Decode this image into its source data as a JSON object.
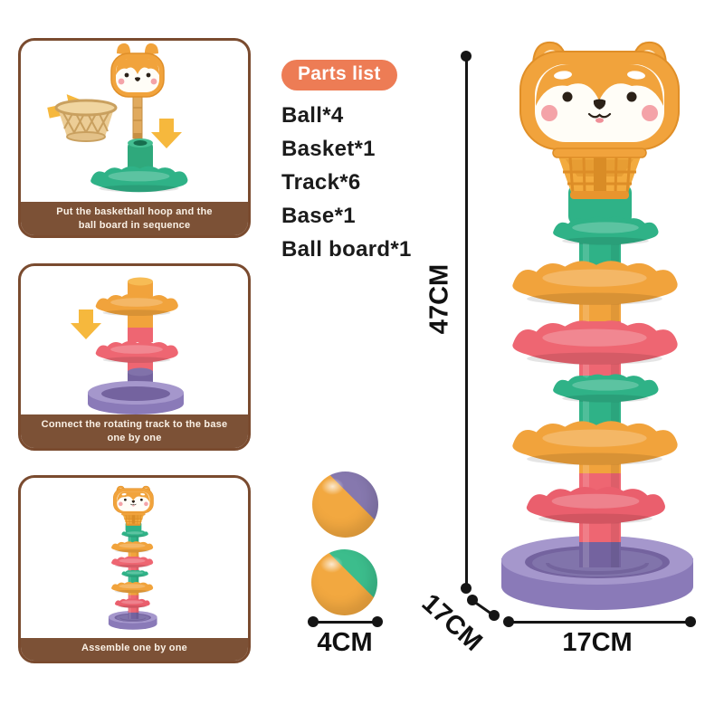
{
  "steps": [
    {
      "line1": "Put the basketball hoop and the",
      "line2": "ball board in sequence"
    },
    {
      "line1": "Connect the rotating track to the base",
      "line2": "one by one"
    },
    {
      "line1": "Assemble one by one",
      "line2": ""
    }
  ],
  "parts_list": {
    "title": "Parts list",
    "items": [
      "Ball*4",
      "Basket*1",
      "Track*6",
      "Base*1",
      "Ball board*1"
    ]
  },
  "dimensions": {
    "tower_height": "47CM",
    "base_depth": "17CM",
    "base_width": "17CM",
    "ball_diameter": "4CM"
  },
  "colors": {
    "panel_brown": "#7c5136",
    "badge_orange": "#ed7c55",
    "toy_orange": "#f1a33c",
    "toy_green": "#2fb287",
    "toy_red": "#ee6672",
    "toy_purple": "#9486bd",
    "arrow_yellow": "#f6b83d"
  }
}
